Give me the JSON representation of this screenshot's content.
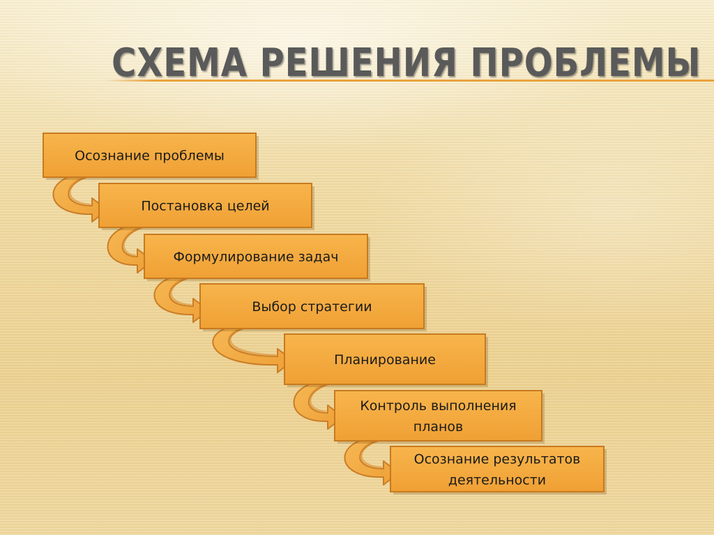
{
  "slide": {
    "title": "СХЕМА РЕШЕНИЯ ПРОБЛЕМЫ",
    "steps": [
      {
        "lines": [
          "Осознание проблемы"
        ]
      },
      {
        "lines": [
          "Постановка целей"
        ]
      },
      {
        "lines": [
          "Формулирование задач"
        ]
      },
      {
        "lines": [
          "Выбор стратегии"
        ]
      },
      {
        "lines": [
          "Планирование"
        ]
      },
      {
        "lines": [
          "Контроль выполнения",
          "планов"
        ]
      },
      {
        "lines": [
          "Осознание результатов",
          "деятельности"
        ]
      }
    ]
  },
  "colors": {
    "box_fill": "#f4aa3c",
    "box_stroke": "#c77a1f",
    "arrow_fill": "#f2aa40",
    "arrow_stroke": "#c97d26",
    "title_color": "#5a5a5a",
    "accent_line": "#e9a23c"
  },
  "icons": {
    "connector": "curved-arrow-icon"
  }
}
